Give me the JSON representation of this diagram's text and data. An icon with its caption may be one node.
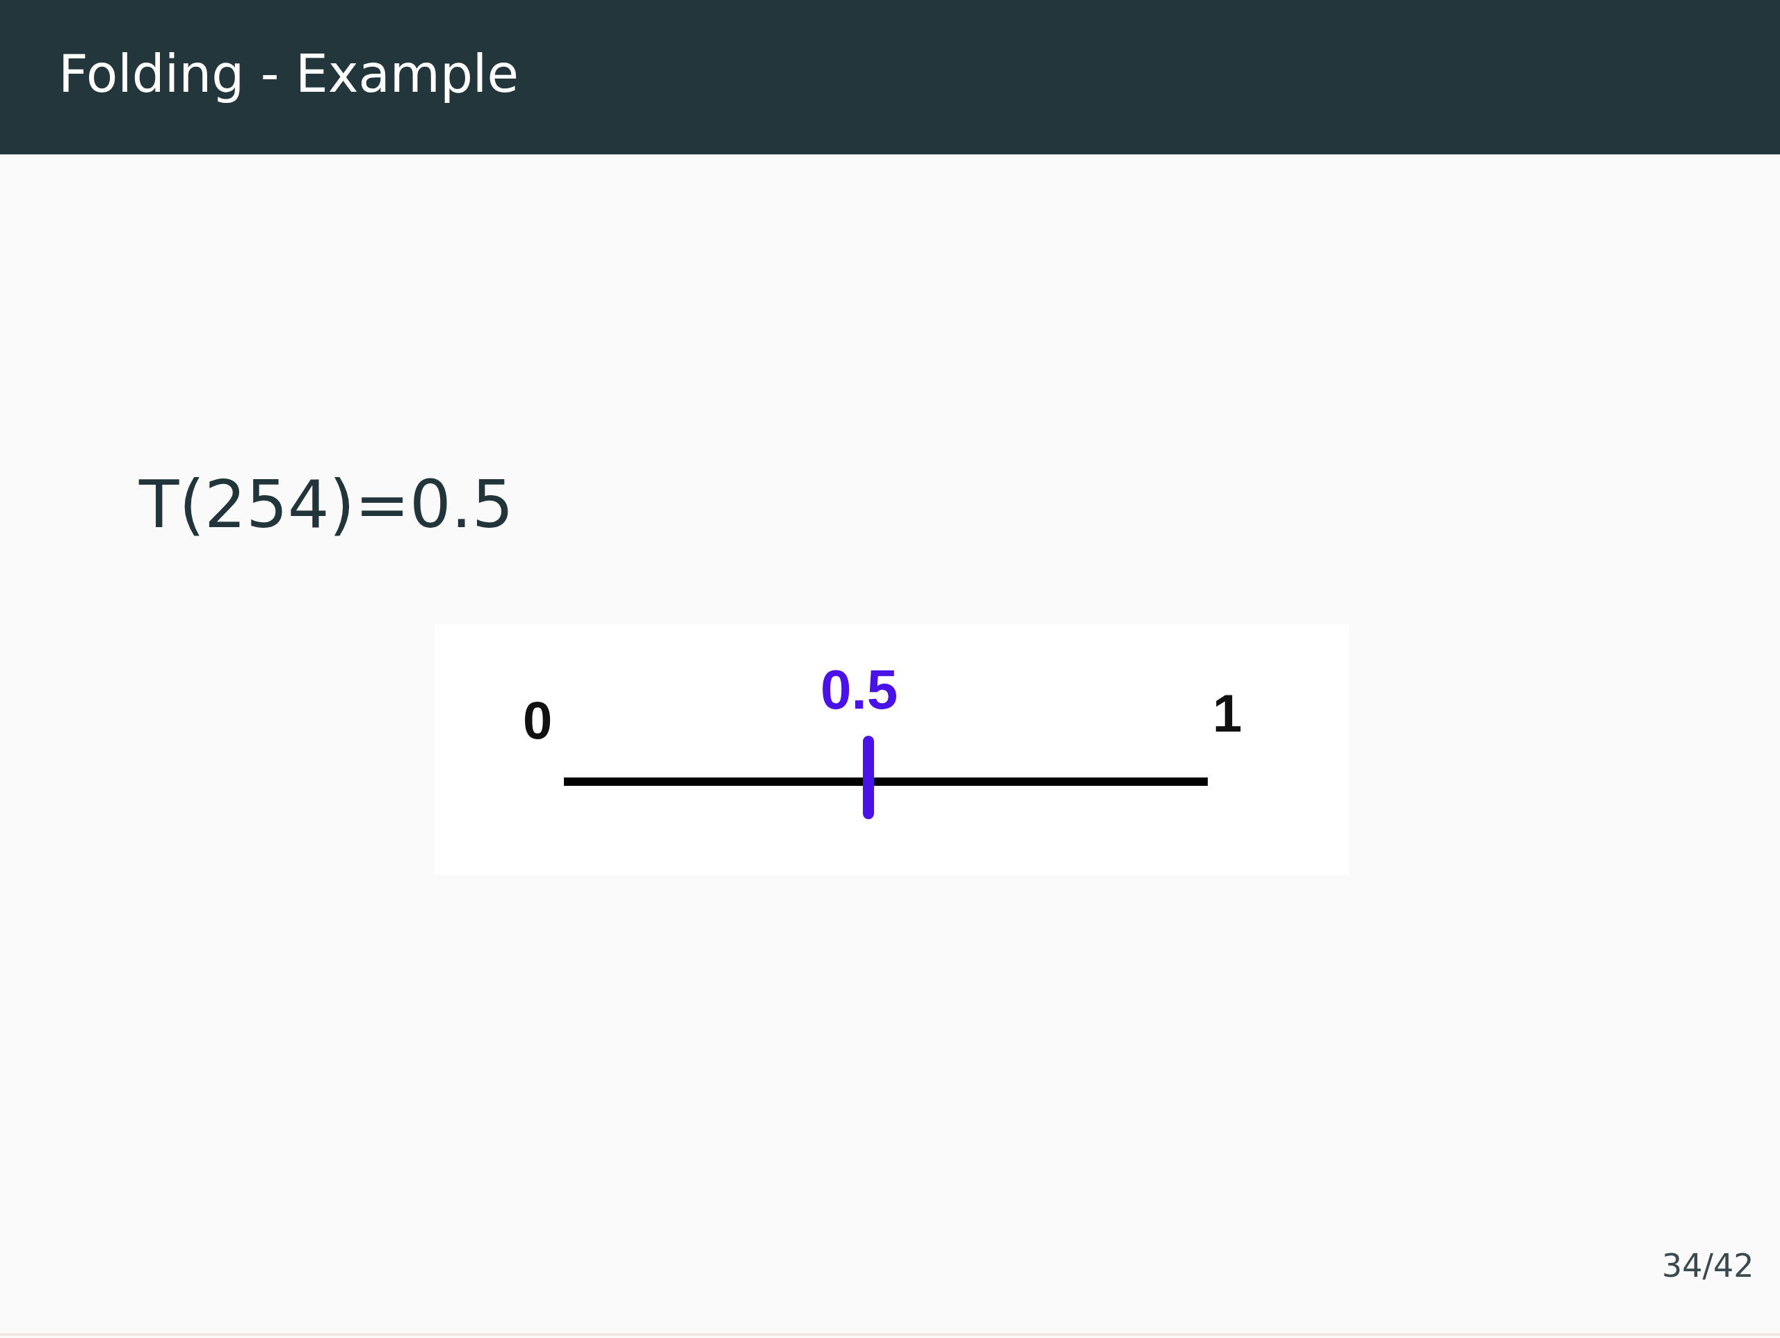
{
  "diagram": {
    "title": "Folding - Example",
    "labels": [
      "T(254)=0.5",
      "0",
      "0.5",
      "1",
      "34/42"
    ]
  }
}
